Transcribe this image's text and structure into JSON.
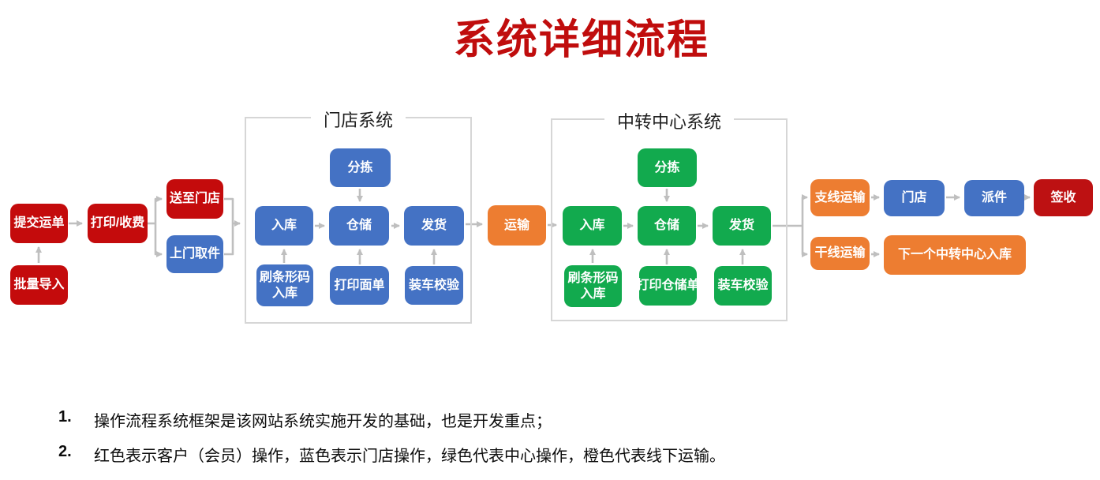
{
  "title": "系统详细流程",
  "colors": {
    "red": "#c40b0c",
    "dark_red": "#bd1112",
    "blue": "#4472c4",
    "green": "#12aa4e",
    "orange": "#ed7d31",
    "connector": "#bfbfbf",
    "group_border": "#d6d6d6",
    "title_color": "#c00d0d"
  },
  "groups": [
    {
      "title": "门店系统"
    },
    {
      "title": "中转中心系统"
    }
  ],
  "nodes": [
    {
      "id": "submit-waybill",
      "label": "提交运单",
      "color": "red"
    },
    {
      "id": "batch-import",
      "label": "批量导入",
      "color": "red"
    },
    {
      "id": "print-charge",
      "label": "打印/收费",
      "color": "red"
    },
    {
      "id": "deliver-to-store",
      "label": "送至门店",
      "color": "red"
    },
    {
      "id": "door-pickup",
      "label": "上门取件",
      "color": "blue"
    },
    {
      "id": "store-sorting",
      "label": "分拣",
      "color": "blue"
    },
    {
      "id": "store-inbound",
      "label": "入库",
      "color": "blue"
    },
    {
      "id": "store-warehouse",
      "label": "仓储",
      "color": "blue"
    },
    {
      "id": "store-ship",
      "label": "发货",
      "color": "blue"
    },
    {
      "id": "store-scan-inbound",
      "label": "刷条形码入库",
      "color": "blue"
    },
    {
      "id": "store-print-sheet",
      "label": "打印面单",
      "color": "blue"
    },
    {
      "id": "store-load-check",
      "label": "装车校验",
      "color": "blue"
    },
    {
      "id": "transport",
      "label": "运输",
      "color": "orange"
    },
    {
      "id": "center-sorting",
      "label": "分拣",
      "color": "green"
    },
    {
      "id": "center-inbound",
      "label": "入库",
      "color": "green"
    },
    {
      "id": "center-warehouse",
      "label": "仓储",
      "color": "green"
    },
    {
      "id": "center-ship",
      "label": "发货",
      "color": "green"
    },
    {
      "id": "center-scan-inbound",
      "label": "刷条形码入库",
      "color": "green"
    },
    {
      "id": "center-print-sheet",
      "label": "打印仓储单",
      "color": "green"
    },
    {
      "id": "center-load-check",
      "label": "装车校验",
      "color": "green"
    },
    {
      "id": "branch-transport",
      "label": "支线运输",
      "color": "orange"
    },
    {
      "id": "store-point",
      "label": "门店",
      "color": "blue"
    },
    {
      "id": "dispatch",
      "label": "派件",
      "color": "blue"
    },
    {
      "id": "sign-receive",
      "label": "签收",
      "color": "dark_red"
    },
    {
      "id": "trunk-transport",
      "label": "干线运输",
      "color": "orange"
    },
    {
      "id": "next-center-inbound",
      "label": "下一个中转中心入库",
      "color": "orange"
    }
  ],
  "notes": [
    {
      "num": "1.",
      "text": "操作流程系统框架是该网站系统实施开发的基础，也是开发重点；"
    },
    {
      "num": "2.",
      "text": "红色表示客户（会员）操作，蓝色表示门店操作，绿色代表中心操作，橙色代表线下运输。"
    }
  ]
}
